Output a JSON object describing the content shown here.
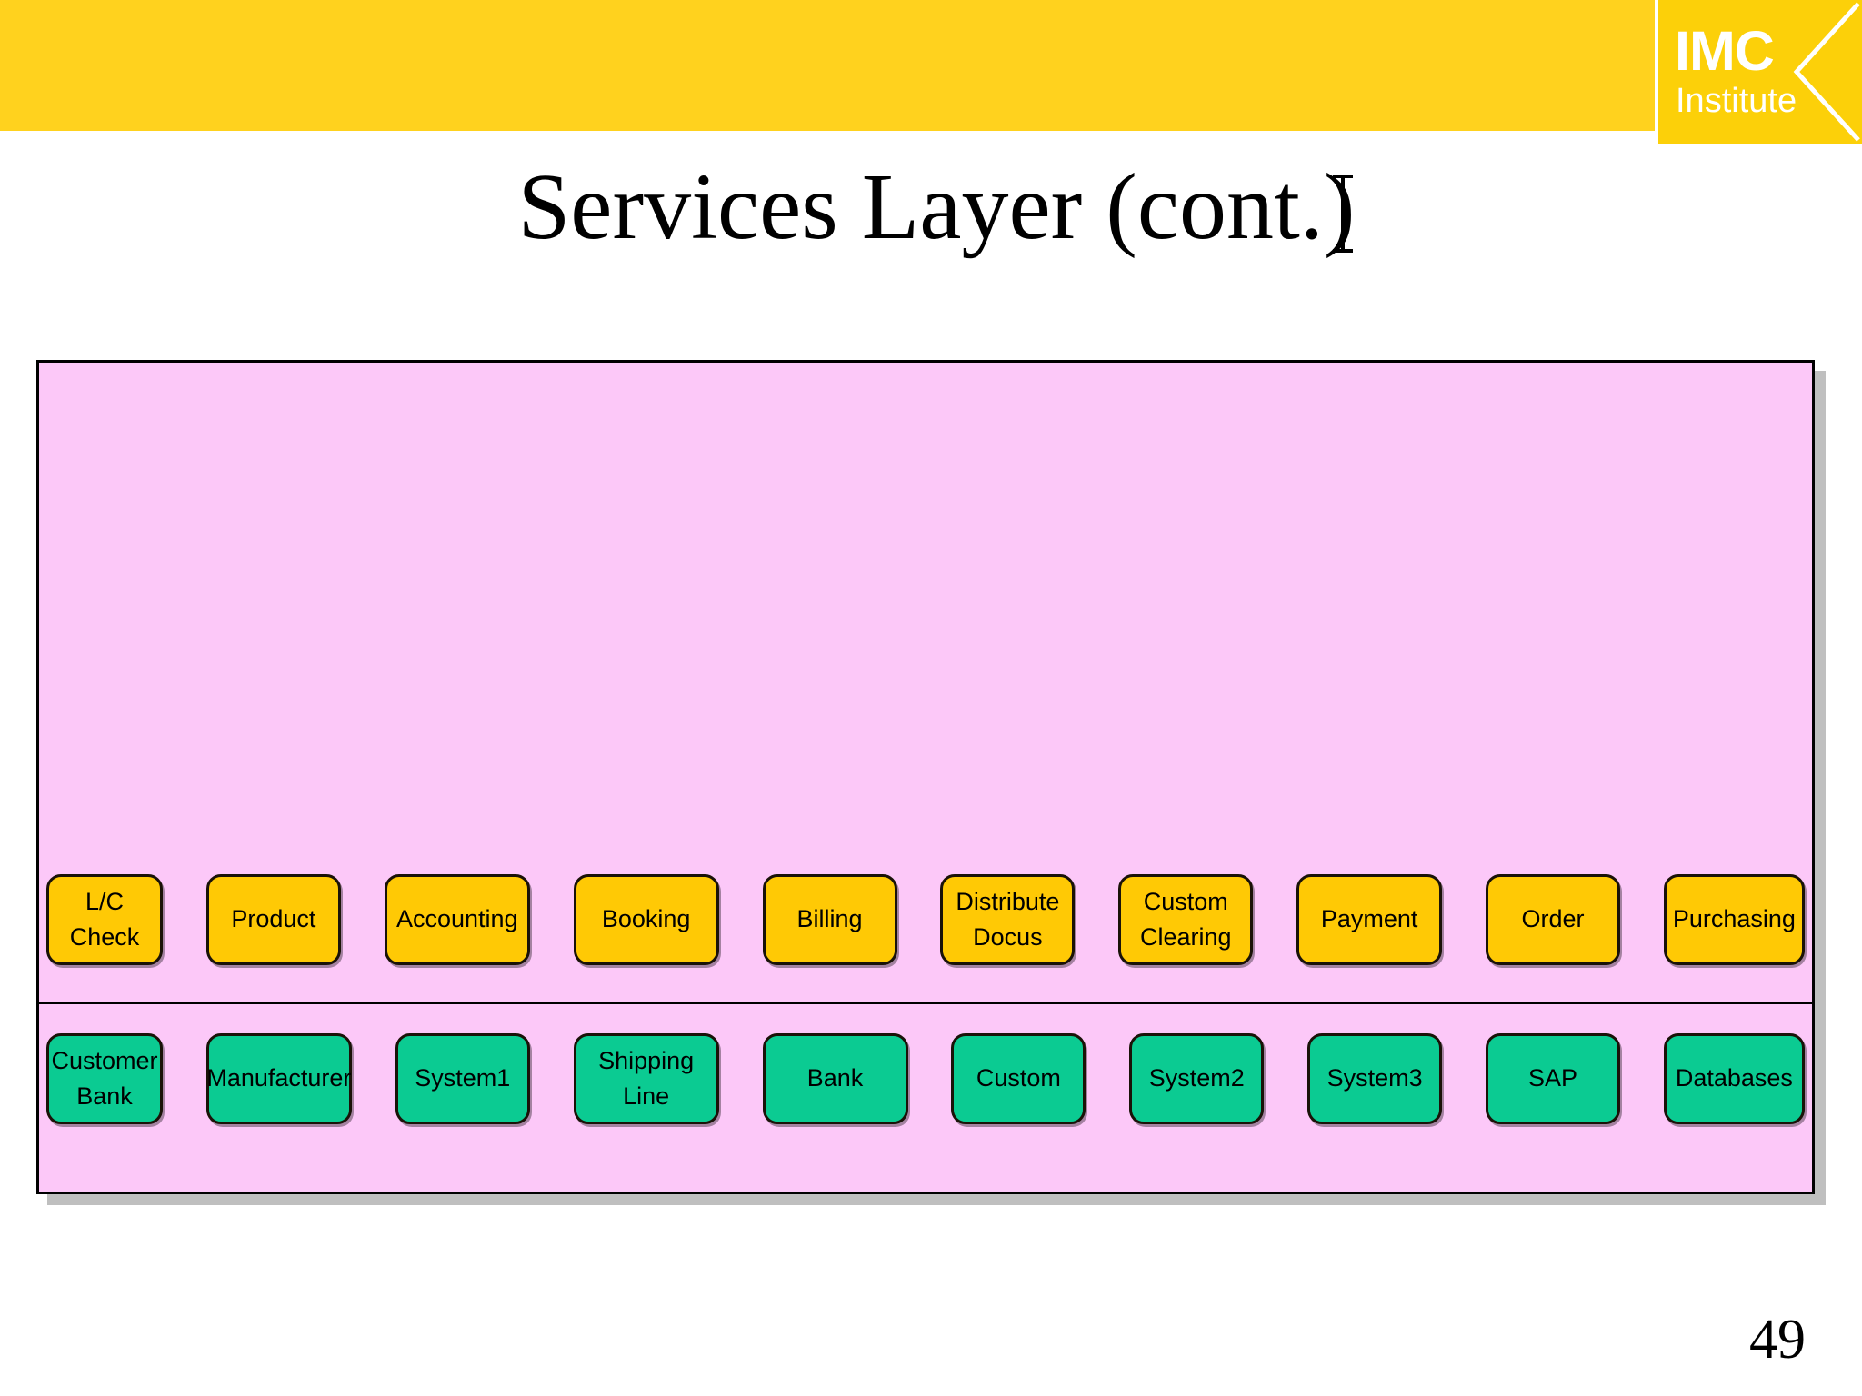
{
  "slide": {
    "title": "Services Layer (cont.)",
    "page_number": "49"
  },
  "brand": {
    "name_primary": "IMC",
    "name_secondary": "Institute",
    "header_color": "#FFD21E",
    "logo_color": "#FCD009"
  },
  "diagram": {
    "panel_color": "#FCC8F8",
    "service_color": "#FFC905",
    "system_color": "#0BCB92",
    "services_row": [
      {
        "lines": [
          "L/C",
          "Check"
        ],
        "width": 128
      },
      {
        "lines": [
          "Product"
        ],
        "width": 148
      },
      {
        "lines": [
          "Accounting"
        ],
        "width": 160
      },
      {
        "lines": [
          "Booking"
        ],
        "width": 160
      },
      {
        "lines": [
          "Billing"
        ],
        "width": 148
      },
      {
        "lines": [
          "Distribute",
          "Docus"
        ],
        "width": 148
      },
      {
        "lines": [
          "Custom",
          "Clearing"
        ],
        "width": 148
      },
      {
        "lines": [
          "Payment"
        ],
        "width": 160
      },
      {
        "lines": [
          "Order"
        ],
        "width": 148
      },
      {
        "lines": [
          "Purchasing"
        ],
        "width": 155
      }
    ],
    "systems_row": [
      {
        "lines": [
          "Customer",
          "Bank"
        ],
        "width": 128
      },
      {
        "lines": [
          "Manufacturer"
        ],
        "width": 160
      },
      {
        "lines": [
          "System1"
        ],
        "width": 148
      },
      {
        "lines": [
          "Shipping",
          "Line"
        ],
        "width": 160
      },
      {
        "lines": [
          "Bank"
        ],
        "width": 160
      },
      {
        "lines": [
          "Custom"
        ],
        "width": 148
      },
      {
        "lines": [
          "System2"
        ],
        "width": 148
      },
      {
        "lines": [
          "System3"
        ],
        "width": 148
      },
      {
        "lines": [
          "SAP"
        ],
        "width": 148
      },
      {
        "lines": [
          "Databases"
        ],
        "width": 155
      }
    ]
  }
}
